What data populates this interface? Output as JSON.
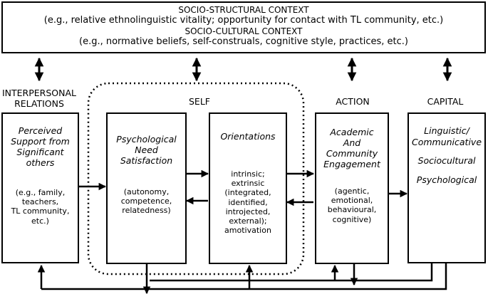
{
  "context": {
    "structural_title": "SOCIO-STRUCTURAL CONTEXT",
    "structural_examples": "(e.g., relative ethnolinguistic vitality; opportunity for contact with TL community, etc.)",
    "cultural_title": "SOCIO-CULTURAL CONTEXT",
    "cultural_examples": "(e.g., normative beliefs, self-construals, cognitive style, practices, etc.)"
  },
  "headers": {
    "interpersonal_line1": "INTERPERSONAL",
    "interpersonal_line2": "RELATIONS",
    "self": "SELF",
    "action": "ACTION",
    "capital": "CAPITAL"
  },
  "boxes": {
    "support": {
      "title_lines": [
        "Perceived",
        "Support from",
        "Significant",
        "others"
      ],
      "detail_lines": [
        "(e.g., family,",
        "teachers,",
        "TL community,",
        "etc.)"
      ]
    },
    "need": {
      "title_lines": [
        "Psychological",
        "Need",
        "Satisfaction"
      ],
      "detail_lines": [
        "(autonomy,",
        "competence,",
        "relatedness)"
      ]
    },
    "orientations": {
      "title_lines": [
        "Orientations"
      ],
      "detail_lines": [
        "intrinsic;",
        "extrinsic",
        "(integrated,",
        "identified,",
        "introjected,",
        "external);",
        "amotivation"
      ]
    },
    "engagement": {
      "title_lines": [
        "Academic",
        "And",
        "Community",
        "Engagement"
      ],
      "detail_lines": [
        "(agentic,",
        "emotional,",
        "behavioural,",
        "cognitive)"
      ]
    },
    "capital": {
      "title_lines": [
        "Linguistic/",
        "Communicative",
        "",
        "Sociocultural",
        "",
        "Psychological"
      ]
    }
  }
}
